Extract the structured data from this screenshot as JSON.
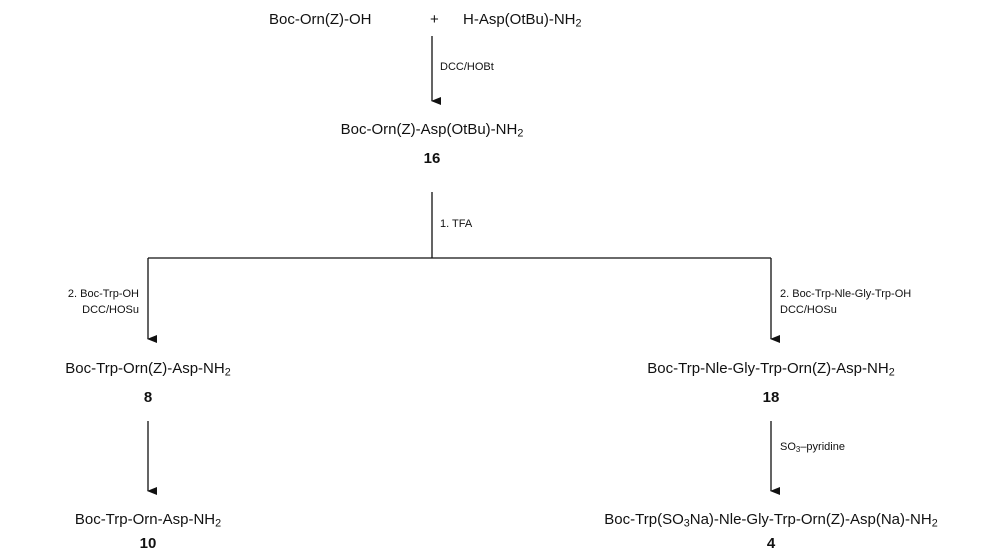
{
  "compounds": {
    "sm1": "Boc-Orn(Z)-OH",
    "plus": "+",
    "sm2_pre": "H-Asp(OtBu)-NH",
    "c16_pre": "Boc-Orn(Z)-Asp(OtBu)-NH",
    "c16_num": "16",
    "c8_pre": "Boc-Trp-Orn(Z)-Asp-NH",
    "c8_num": "8",
    "c10_pre": "Boc-Trp-Orn-Asp-NH",
    "c10_num": "10",
    "c18_pre": "Boc-Trp-Nle-Gly-Trp-Orn(Z)-Asp-NH",
    "c18_num": "18",
    "c4_a": "Boc-Trp(SO",
    "c4_b": "Na)-Nle-Gly-Trp-Orn(Z)-Asp(Na)-NH",
    "c4_num": "4",
    "sub2": "2",
    "sub3": "3"
  },
  "reagents": {
    "r1": "DCC/HOBt",
    "r2": "1. TFA",
    "r3a": "2. Boc-Trp-OH",
    "r3b": "DCC/HOSu",
    "r4a": "2. Boc-Trp-Nle-Gly-Trp-OH",
    "r4b": "DCC/HOSu",
    "r5_a": "SO",
    "r5_b": "–pyridine"
  },
  "colors": {
    "ink": "#111111",
    "background": "#ffffff"
  }
}
